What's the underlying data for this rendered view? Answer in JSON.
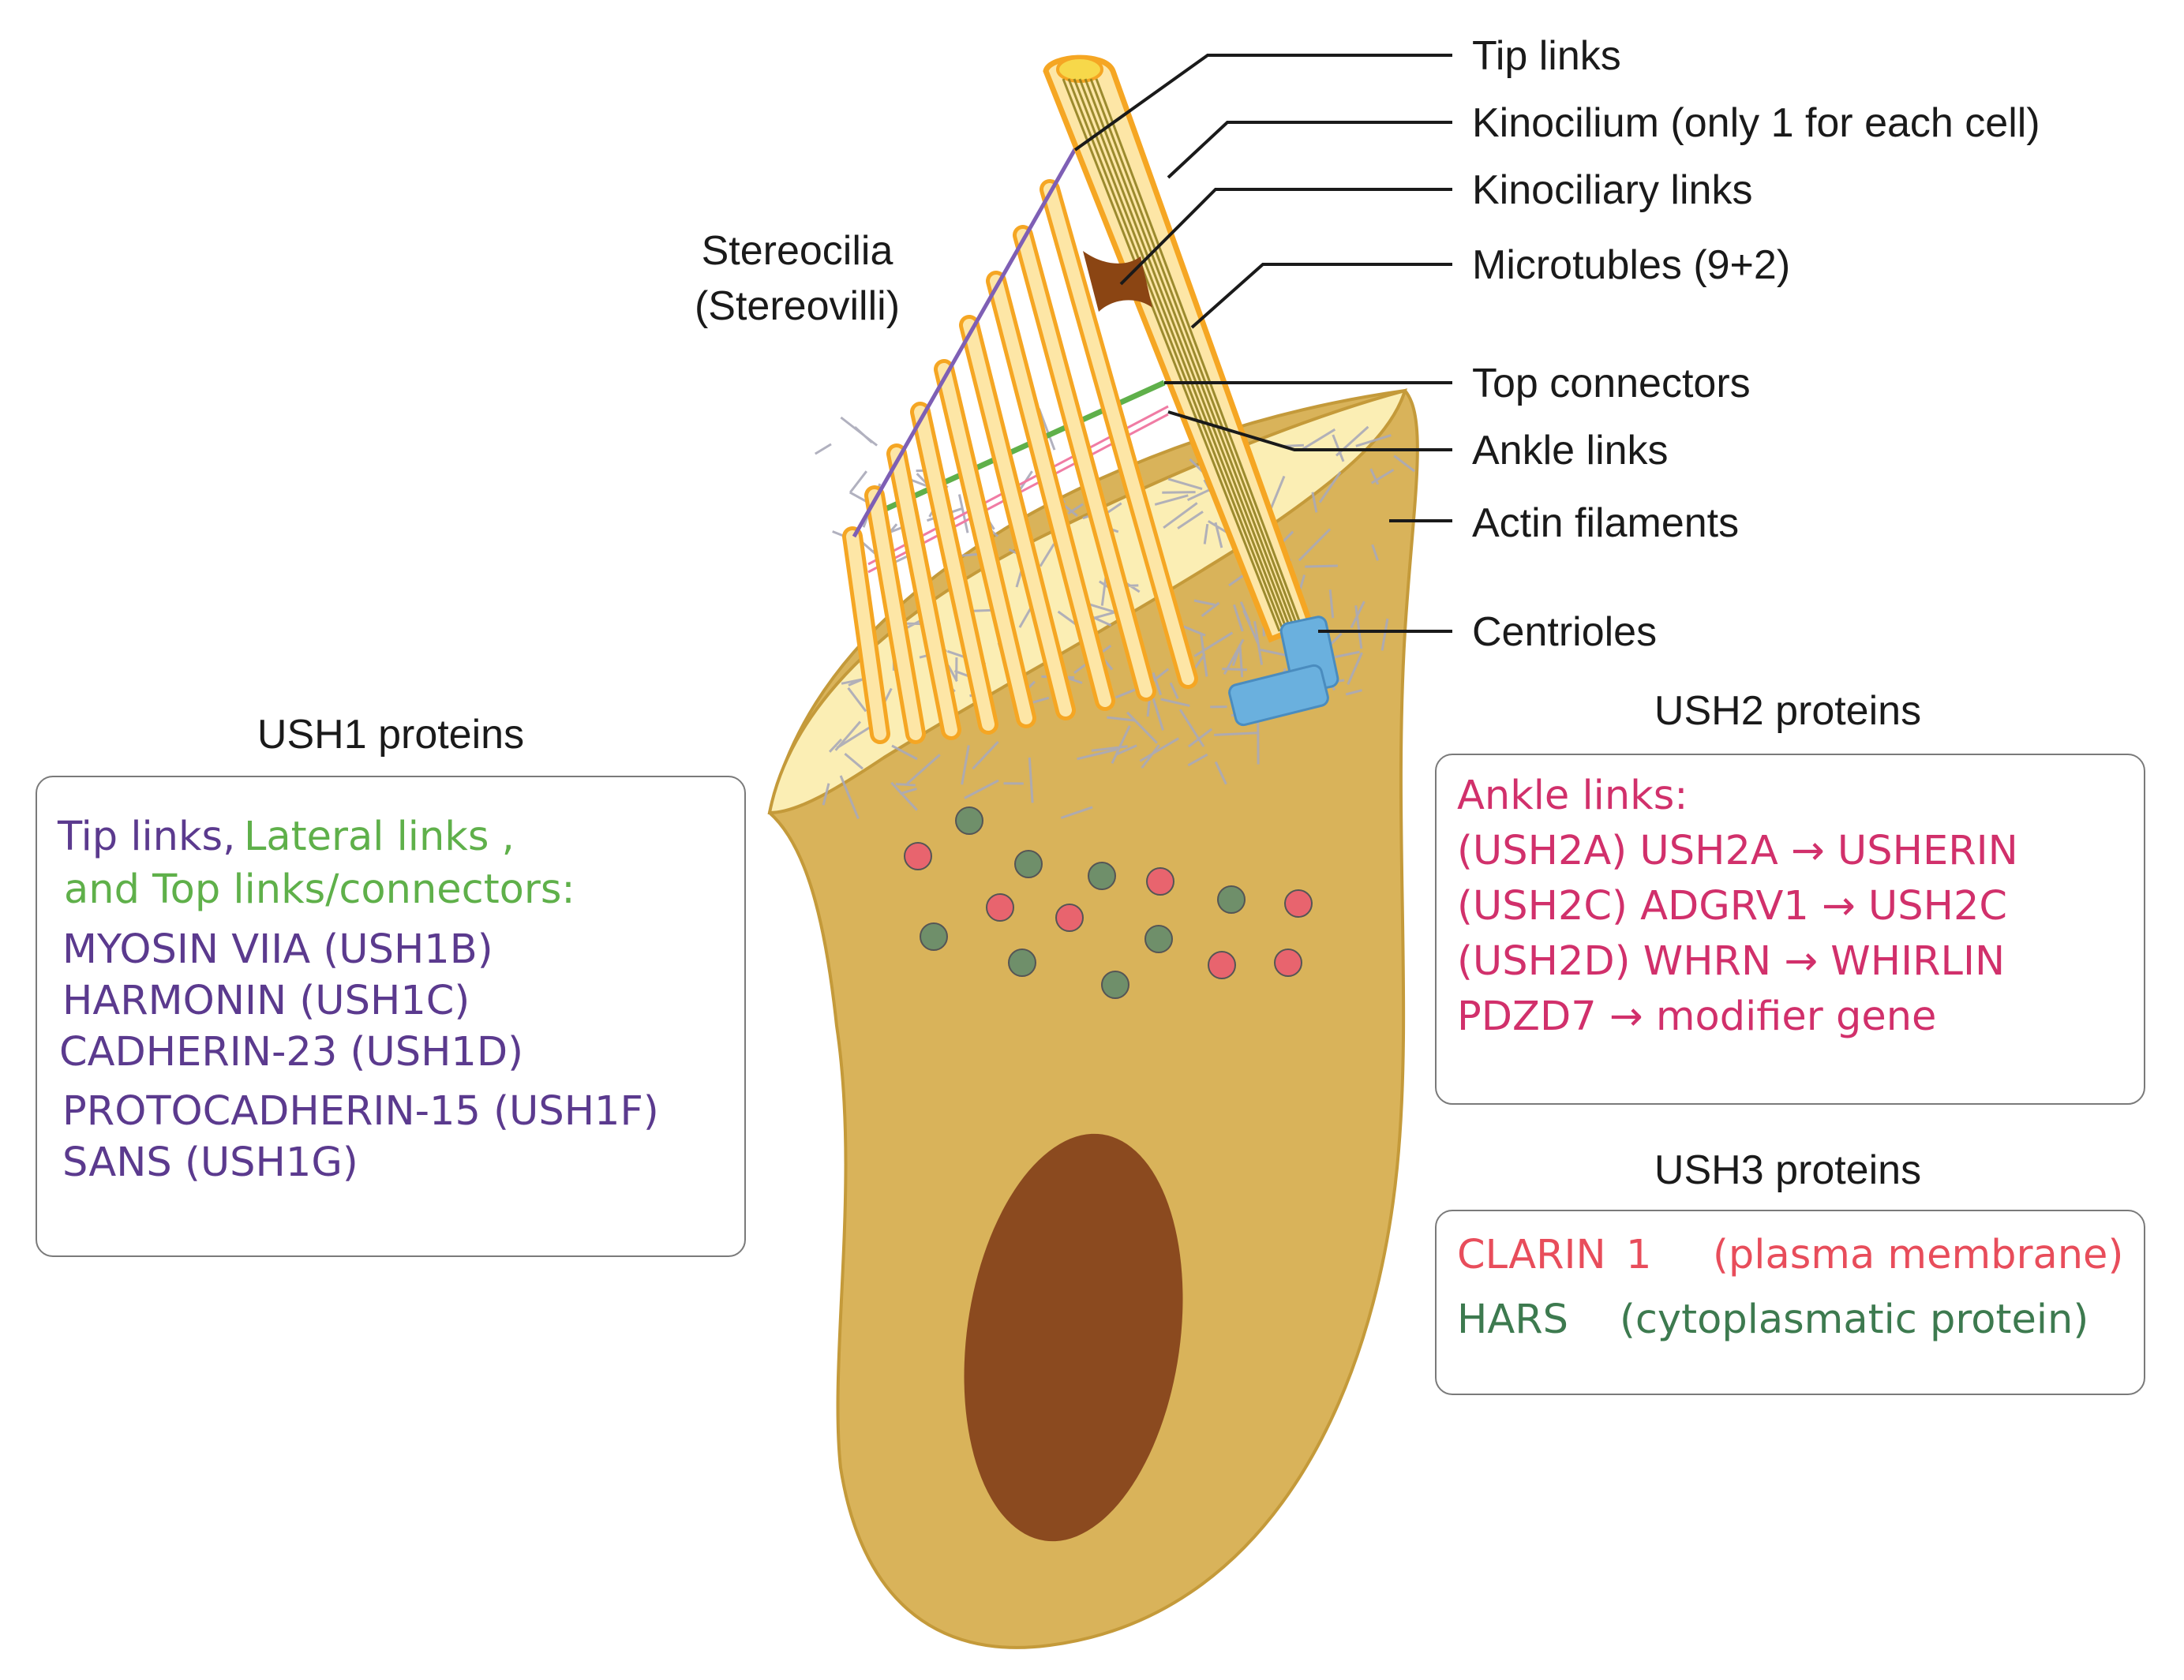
{
  "colors": {
    "cell_body": "#d9b35a",
    "cell_outline": "#c49a3a",
    "apical_surface": "#fbeeb4",
    "nucleus": "#8b4a1f",
    "stereocilia_fill": "#fde6a6",
    "stereocilia_outline": "#f5a623",
    "actin_filaments": "#a9a9b8",
    "kinocilium_fill": "#fde6a6",
    "microtubules": "#8a7a1a",
    "centrioles": "#6ab0de",
    "kinociliary_link": "#8b4513",
    "tip_links": "#7e5fb5",
    "top_connectors": "#5fb04a",
    "ankle_links": "#f07ca4",
    "ush1_purple": "#5b3a8e",
    "ush1_green": "#5fb04a",
    "ush2_pink": "#d1306b",
    "clarin_red": "#e84d5b",
    "hars_green": "#3d7a4f",
    "vesicle_red": "#e8646e",
    "vesicle_green": "#6f8f6a"
  },
  "labels": {
    "stereocilia_line1": "Stereocilia",
    "stereocilia_line2": "(Stereovilli)",
    "tip_links": "Tip links",
    "kinocilium": "Kinocilium (only 1 for each cell)",
    "kinociliary_links": "Kinociliary links",
    "microtubules": "Microtubles (9+2)",
    "top_connectors": "Top connectors",
    "ankle_links": "Ankle links",
    "actin_filaments": "Actin filaments",
    "centrioles": "Centrioles"
  },
  "ush1": {
    "title": "USH1 proteins",
    "header_tip": "Tip links,",
    "header_lateral": "Lateral links ,",
    "header_top": "and Top links/connectors:",
    "items": [
      "MYOSIN VIIA (USH1B)",
      "HARMONIN   (USH1C)",
      "CADHERIN-23 (USH1D)",
      "PROTOCADHERIN-15 (USH1F)",
      "SANS (USH1G)"
    ]
  },
  "ush2": {
    "title": "USH2 proteins",
    "header": "Ankle links:",
    "items": [
      "(USH2A) USH2A → USHERIN",
      "(USH2C) ADGRV1 → USH2C",
      "(USH2D) WHRN → WHIRLIN",
      "PDZD7 →  modifier gene"
    ]
  },
  "ush3": {
    "title": "USH3 proteins",
    "clarin_name": "CLARIN",
    "clarin_num": "1",
    "clarin_desc": "(plasma membrane)",
    "hars_name": "HARS",
    "hars_desc": "(cytoplasmatic protein)"
  }
}
